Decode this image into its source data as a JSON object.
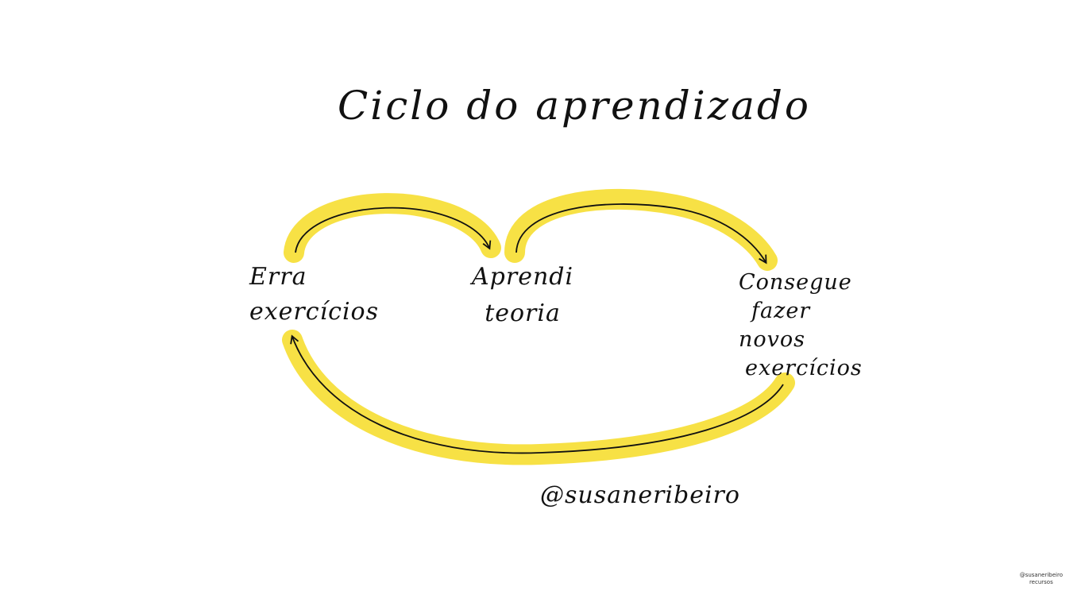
{
  "title": "Ciclo do aprendizado",
  "nodes": {
    "erra": {
      "line1": "Erra",
      "line2": "exercícios"
    },
    "aprendi": {
      "line1": "Aprendi",
      "line2": "teoria"
    },
    "consegue": {
      "line1": "Consegue",
      "line2": "fazer",
      "line3": "novos",
      "line4": "exercícios"
    }
  },
  "author_handle": "@susaneribeiro",
  "watermark": {
    "line1": "@susaneribeiro",
    "line2": "recursos"
  },
  "colors": {
    "highlight": "#f7df3b",
    "ink": "#111111",
    "background": "#ffffff"
  },
  "edges": [
    {
      "from": "Erra exercícios",
      "to": "Aprendi teoria"
    },
    {
      "from": "Aprendi teoria",
      "to": "Consegue fazer novos exercícios"
    },
    {
      "from": "Consegue fazer novos exercícios",
      "to": "Erra exercícios"
    }
  ]
}
